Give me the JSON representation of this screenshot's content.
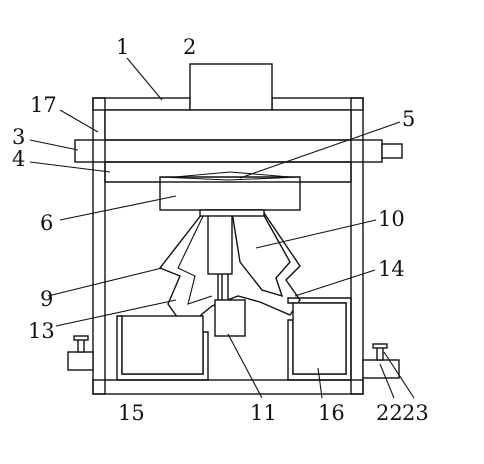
{
  "labels": {
    "l1": "1",
    "l2": "2",
    "l3": "3",
    "l4": "4",
    "l5": "5",
    "l6": "6",
    "l9": "9",
    "l10": "10",
    "l11": "11",
    "l13": "13",
    "l14": "14",
    "l15": "15",
    "l16": "16",
    "l17": "17",
    "l22": "22",
    "l23": "23"
  }
}
